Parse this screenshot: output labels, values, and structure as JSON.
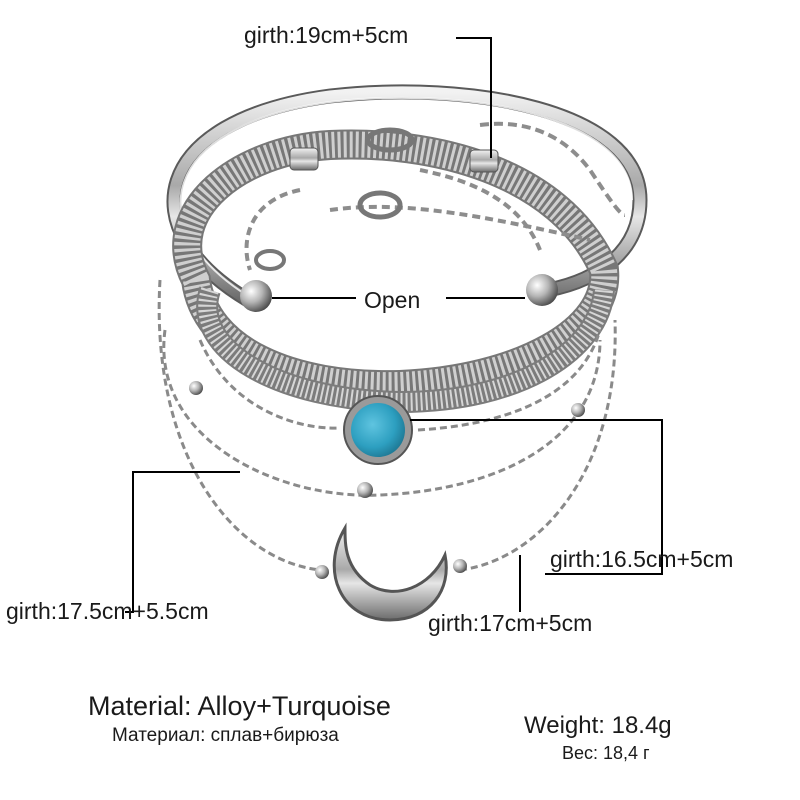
{
  "labels": {
    "girth_top": "girth:19cm+5cm",
    "open": "Open",
    "girth_right": "girth:16.5cm+5cm",
    "girth_left": "girth:17.5cm+5.5cm",
    "girth_middle": "girth:17cm+5cm"
  },
  "specs": {
    "material": "Material: Alloy+Turquoise",
    "material_ru": "Материал: сплав+бирюза",
    "weight": "Weight: 18.4g",
    "weight_ru": "Вес: 18,4 г"
  },
  "colors": {
    "background": "#ffffff",
    "silver": "#b8b8b8",
    "silver_dark": "#6e6e6e",
    "turquoise": "#2d9fc0",
    "text": "#1a1a1a"
  }
}
